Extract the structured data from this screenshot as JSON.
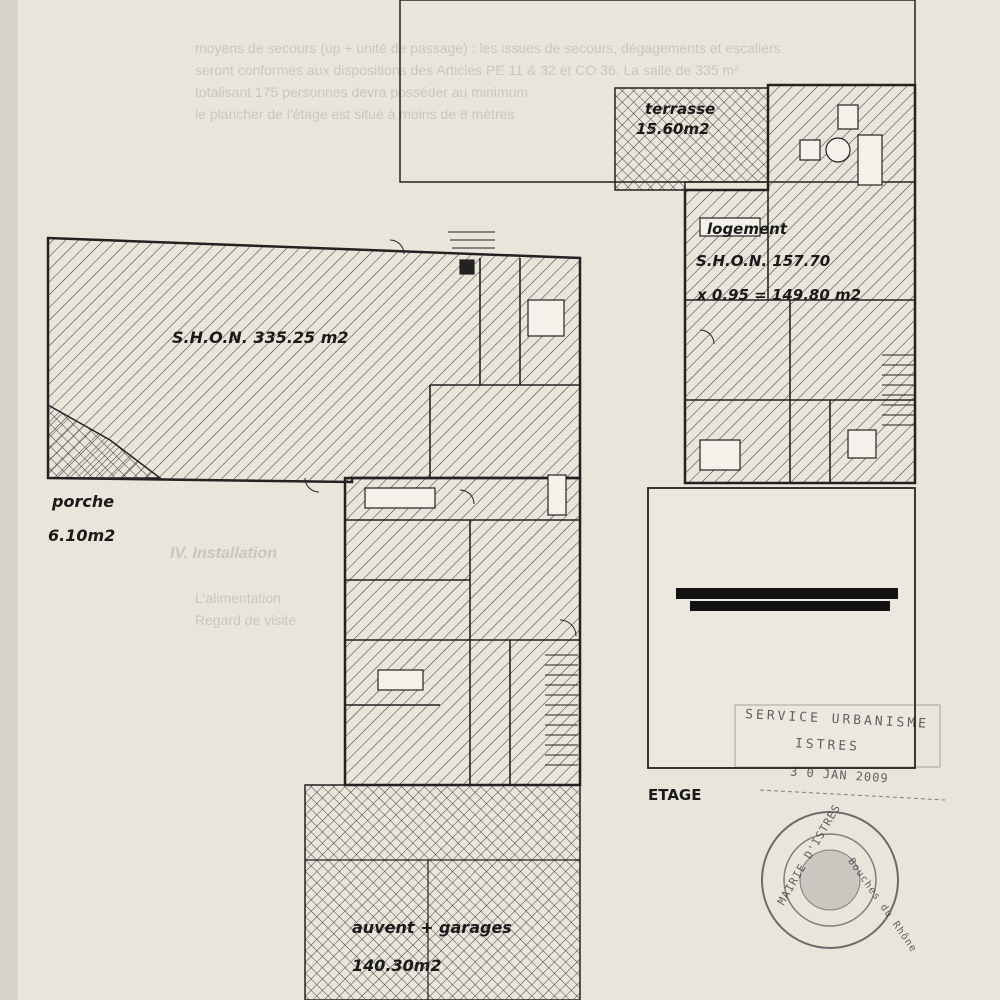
{
  "labels": {
    "porche_title": "porche",
    "porche_area": "6.10m2",
    "main_shon": "S.H.O.N. 335.25 m2",
    "terrasse_title": "terrasse",
    "terrasse_area": "15.60m2",
    "logement_title": "logement",
    "logement_shon": "S.H.O.N. 157.70",
    "logement_calc": "x 0.95 = 149.80 m2",
    "auvent_title": "auvent + garages",
    "auvent_area": "140.30m2",
    "etage": "ETAGE"
  },
  "stamp": {
    "service": "SERVICE URBANISME",
    "city": "ISTRES",
    "date": "3 0 JAN 2009"
  },
  "seal": {
    "text_top": "MAIRIE D'ISTRES",
    "text_bottom": "Bouches du Rhône"
  },
  "colors": {
    "paper": "#e9e5db",
    "ink": "#1a1a1a"
  }
}
